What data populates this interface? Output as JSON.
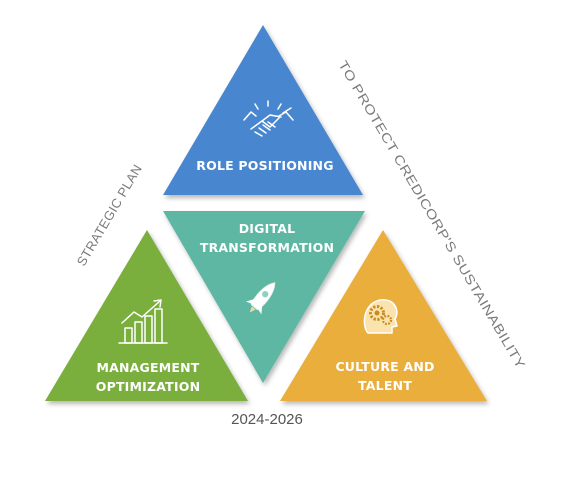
{
  "segments": {
    "top": {
      "label": "ROLE POSITIONING",
      "color": "#4a86d0",
      "icon": "handshake-icon"
    },
    "center": {
      "label_line1": "DIGITAL",
      "label_line2": "TRANSFORMATION",
      "color": "#5db7a3",
      "icon": "rocket-icon"
    },
    "left": {
      "label_line1": "MANAGEMENT",
      "label_line2": "OPTIMIZATION",
      "color": "#7aae3e",
      "icon": "bar-chart-growth-icon"
    },
    "right": {
      "label_line1": "CULTURE AND",
      "label_line2": "TALENT",
      "color": "#eaae3c",
      "icon": "head-gears-icon"
    }
  },
  "side_left": "STRATEGIC PLAN",
  "side_right": "TO PROTECT CREDICORP'S SUSTAINABILITY",
  "footer": "2024-2026"
}
